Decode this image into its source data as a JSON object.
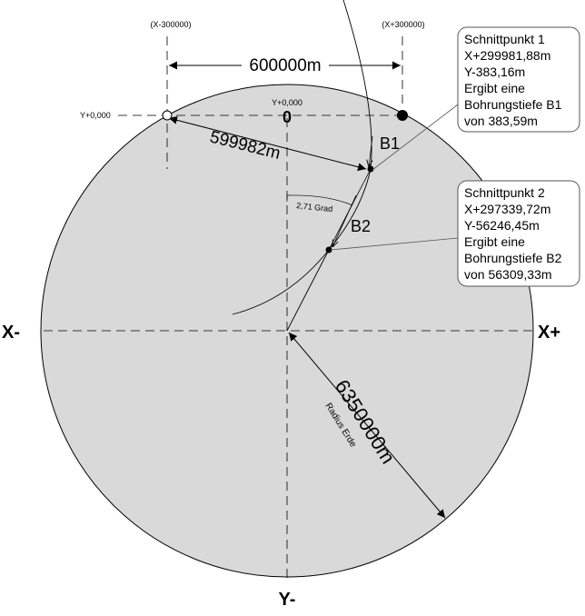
{
  "colors": {
    "earth_fill": "#d9d9d9",
    "line": "#000000",
    "box_fill": "#ffffff",
    "leader": "#555555"
  },
  "labels": {
    "x_minus_300000": "(X-300000)",
    "x_plus_300000": "(X+300000)",
    "y_zero_left": "Y+0,000",
    "y_zero_top": "Y+0,000",
    "origin_zero": "0",
    "dim_600000": "600000m",
    "dim_599982": "599982m",
    "b1": "B1",
    "b2": "B2",
    "angle": "2,71 Grad",
    "axis_x_minus": "X-",
    "axis_x_plus": "X+",
    "axis_y_minus": "Y-",
    "radius_value": "6350000m",
    "radius_caption": "Radius Erde"
  },
  "boxes": {
    "schnittpunkt1": [
      "Schnittpunkt 1",
      "X+299981,88m",
      "Y-383,16m",
      "Ergibt eine",
      "Bohrungstiefe B1",
      "von 383,59m"
    ],
    "schnittpunkt2": [
      "Schnittpunkt 2",
      "X+297339,72m",
      "Y-56246,45m",
      "Ergibt eine",
      "Bohrungstiefe B2",
      "von 56309,33m"
    ]
  }
}
